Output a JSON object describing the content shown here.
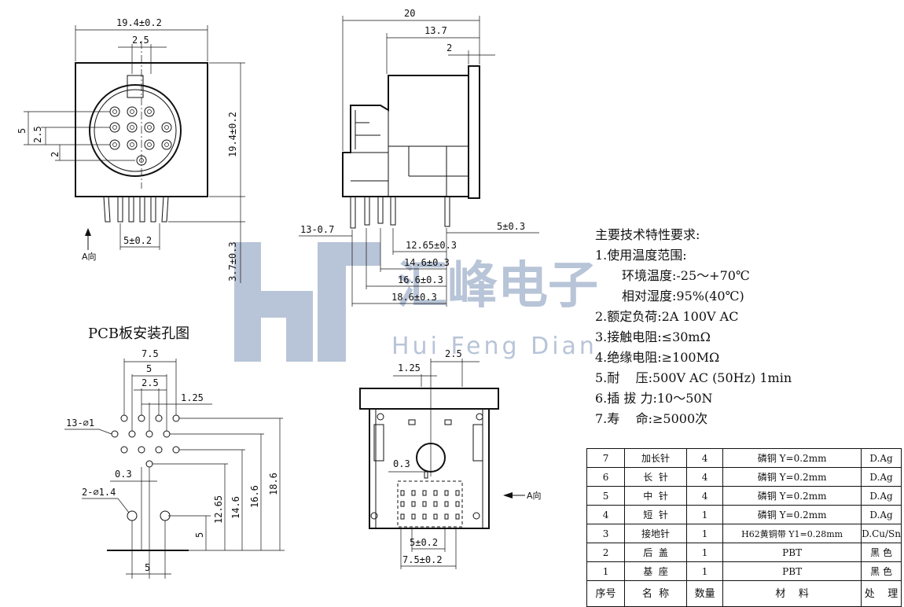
{
  "watermark": {
    "brand": "汇峰电子",
    "pinyin": "Hui Feng Dian",
    "color": "#7f95b8"
  },
  "front_view": {
    "width_dim": "19.4±0.2",
    "height_dim": "19.4±0.2",
    "top_dim": "2.5",
    "left_dims": [
      "5",
      "2.5",
      "2"
    ],
    "pin_pitch_dim": "5±0.2",
    "pin_len_dim": "3.7±0.3",
    "view_label": "A向"
  },
  "side_view": {
    "dims_top": [
      "20",
      "13.7",
      "2"
    ],
    "dim_pin_count": "13-0.7",
    "dim_right": "5±0.3",
    "dims_bottom": [
      "12.65±0.3",
      "14.6±0.3",
      "16.6±0.3",
      "18.6±0.3"
    ]
  },
  "pcb": {
    "title": "PCB板安装孔图",
    "dims_top": [
      "7.5",
      "5",
      "2.5",
      "1.25"
    ],
    "hole_label_small": "13-∅1",
    "offset_dim": "0.3",
    "hole_label_large": "2-∅1.4",
    "dims_right": [
      "12.65",
      "14.6",
      "16.6",
      "18.6"
    ],
    "dim_vertical_small": "5",
    "dim_bottom": "5"
  },
  "bottom_view": {
    "dims_top": [
      "1.25",
      "2.5"
    ],
    "offset_dim": "0.3",
    "view_label": "A向",
    "dims_bottom": [
      "5±0.2",
      "7.5±0.2"
    ]
  },
  "specs": {
    "title": "主要技术特性要求:",
    "lines": [
      "1.使用温度范围:",
      "环境温度:-25～+70℃",
      "相对湿度:95%(40℃)",
      "2.额定负荷:2A 100V AC",
      "3.接触电阻:≤30mΩ",
      "4.绝缘电阻:≥100MΩ",
      "5.耐    压:500V AC (50Hz) 1min",
      "6.插 拔 力:10～50N",
      "7.寿    命:≥5000次"
    ]
  },
  "bom": {
    "rows": [
      {
        "no": "7",
        "name": "加长针",
        "qty": "4",
        "material": "磷铜 Y=0.2mm",
        "finish": "D.Ag"
      },
      {
        "no": "6",
        "name": "长  针",
        "qty": "4",
        "material": "磷铜 Y=0.2mm",
        "finish": "D.Ag"
      },
      {
        "no": "5",
        "name": "中  针",
        "qty": "4",
        "material": "磷铜 Y=0.2mm",
        "finish": "D.Ag"
      },
      {
        "no": "4",
        "name": "短  针",
        "qty": "1",
        "material": "磷铜 Y=0.2mm",
        "finish": "D.Ag"
      },
      {
        "no": "3",
        "name": "接地针",
        "qty": "1",
        "material": "H62黄铜带 Y1=0.28mm",
        "finish": "D.Cu/Sn"
      },
      {
        "no": "2",
        "name": "后  盖",
        "qty": "1",
        "material": "PBT",
        "finish": "黑 色"
      },
      {
        "no": "1",
        "name": "基  座",
        "qty": "1",
        "material": "PBT",
        "finish": "黑 色"
      }
    ],
    "header": {
      "no": "序号",
      "name": "名  称",
      "qty": "数量",
      "material": "材    料",
      "finish": "处    理"
    }
  }
}
